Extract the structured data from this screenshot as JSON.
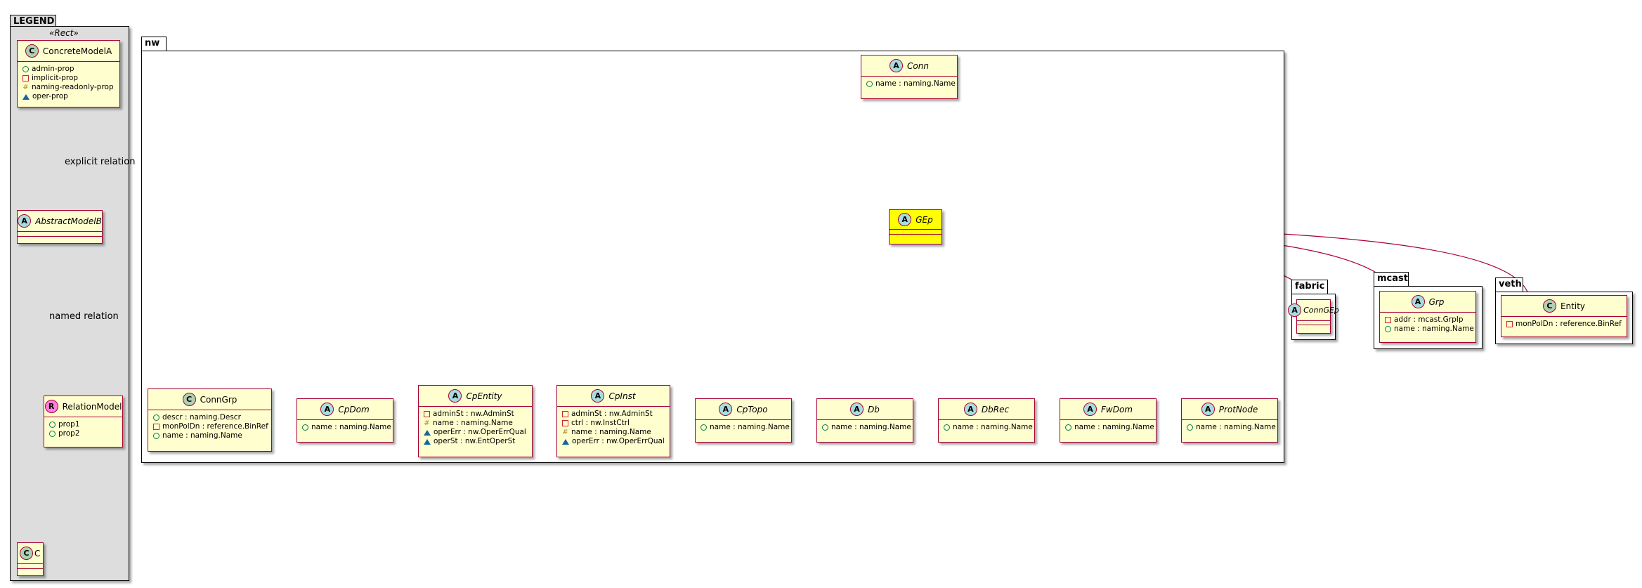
{
  "colors": {
    "class_fill": "#fefece",
    "class_border": "#a80036",
    "highlight_fill": "#ffff00",
    "package_fill": "#ffffff",
    "legend_fill": "#dddddd",
    "edge": "#a80036"
  },
  "legend": {
    "tab": "LEGEND",
    "stereotype": "«Rect»",
    "concrete_model": {
      "icon": "C",
      "name": "ConcreteModelA",
      "attrs": [
        {
          "vis": "plus",
          "text": "admin-prop"
        },
        {
          "vis": "minus",
          "text": "implicit-prop"
        },
        {
          "vis": "hash",
          "text": "naming-readonly-prop"
        },
        {
          "vis": "tri",
          "text": "oper-prop"
        }
      ]
    },
    "abstract_model": {
      "icon": "A",
      "name": "AbstractModelB"
    },
    "relation_model": {
      "icon": "R",
      "name": "RelationModel",
      "attrs": [
        {
          "vis": "plus",
          "text": "prop1"
        },
        {
          "vis": "plus",
          "text": "prop2"
        }
      ]
    },
    "c_model": {
      "icon": "C",
      "name": "C"
    },
    "explicit_relation": "explicit relation",
    "named_relation": "named relation"
  },
  "nw": {
    "tab": "nw",
    "conn": {
      "icon": "A",
      "name": "Conn",
      "attrs": [
        {
          "vis": "plus",
          "text": "name : naming.Name"
        }
      ]
    },
    "gep": {
      "icon": "A",
      "name": "GEp"
    },
    "children": [
      {
        "icon": "C",
        "name": "ConnGrp",
        "abstract": false,
        "attrs": [
          {
            "vis": "plus",
            "text": "descr : naming.Descr"
          },
          {
            "vis": "minus",
            "text": "monPolDn : reference.BinRef"
          },
          {
            "vis": "plus",
            "text": "name : naming.Name"
          }
        ]
      },
      {
        "icon": "A",
        "name": "CpDom",
        "abstract": true,
        "attrs": [
          {
            "vis": "plus",
            "text": "name : naming.Name"
          }
        ]
      },
      {
        "icon": "A",
        "name": "CpEntity",
        "abstract": true,
        "attrs": [
          {
            "vis": "minus",
            "text": "adminSt : nw.AdminSt"
          },
          {
            "vis": "hash",
            "text": "name : naming.Name"
          },
          {
            "vis": "tri",
            "text": "operErr : nw.OperErrQual"
          },
          {
            "vis": "tri",
            "text": "operSt : nw.EntOperSt"
          }
        ]
      },
      {
        "icon": "A",
        "name": "CpInst",
        "abstract": true,
        "attrs": [
          {
            "vis": "minus",
            "text": "adminSt : nw.AdminSt"
          },
          {
            "vis": "minus",
            "text": "ctrl : nw.InstCtrl"
          },
          {
            "vis": "hash",
            "text": "name : naming.Name"
          },
          {
            "vis": "tri",
            "text": "operErr : nw.OperErrQual"
          }
        ]
      },
      {
        "icon": "A",
        "name": "CpTopo",
        "abstract": true,
        "attrs": [
          {
            "vis": "plus",
            "text": "name : naming.Name"
          }
        ]
      },
      {
        "icon": "A",
        "name": "Db",
        "abstract": true,
        "attrs": [
          {
            "vis": "plus",
            "text": "name : naming.Name"
          }
        ]
      },
      {
        "icon": "A",
        "name": "DbRec",
        "abstract": true,
        "attrs": [
          {
            "vis": "plus",
            "text": "name : naming.Name"
          }
        ]
      },
      {
        "icon": "A",
        "name": "FwDom",
        "abstract": true,
        "attrs": [
          {
            "vis": "plus",
            "text": "name : naming.Name"
          }
        ]
      },
      {
        "icon": "A",
        "name": "ProtNode",
        "abstract": true,
        "attrs": [
          {
            "vis": "plus",
            "text": "name : naming.Name"
          }
        ]
      }
    ]
  },
  "fabric": {
    "tab": "fabric",
    "cls": {
      "icon": "A",
      "name": "ConnGEp"
    }
  },
  "mcast": {
    "tab": "mcast",
    "cls": {
      "icon": "A",
      "name": "Grp",
      "attrs": [
        {
          "vis": "minus",
          "text": "addr : mcast.GrpIp"
        },
        {
          "vis": "plus",
          "text": "name : naming.Name"
        }
      ]
    }
  },
  "veth": {
    "tab": "veth",
    "cls": {
      "icon": "C",
      "name": "Entity",
      "attrs": [
        {
          "vis": "minus",
          "text": "monPolDn : reference.BinRef"
        }
      ]
    }
  }
}
